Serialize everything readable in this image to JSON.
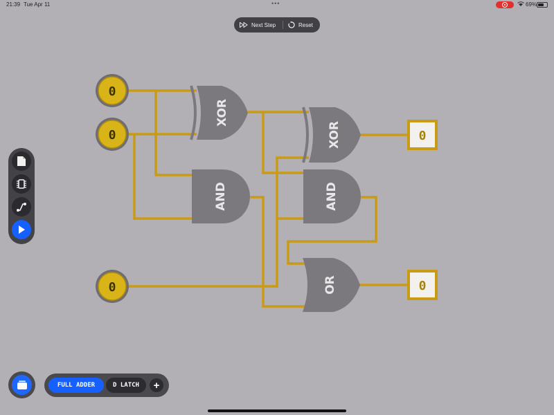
{
  "status": {
    "time": "21:39",
    "date": "Tue Apr 11",
    "battery_percent": "69%",
    "battery_level": 0.69,
    "recording_icon": "screen-record-icon",
    "wifi_icon": "wifi-icon"
  },
  "controls": {
    "next_step": "Next Step",
    "reset": "Reset"
  },
  "circuit": {
    "gates": {
      "xor1": "XOR",
      "xor2": "XOR",
      "and1": "AND",
      "and2": "AND",
      "or1": "OR"
    },
    "inputs": [
      "0",
      "0",
      "0"
    ],
    "outputs": [
      "0",
      "0"
    ],
    "colors": {
      "wire": "#c99a14",
      "gate": "#7b797e",
      "input_fill": "#d8b419"
    }
  },
  "tools": {
    "items": [
      "document-icon",
      "chip-icon",
      "wire-icon",
      "play-icon"
    ],
    "active": "play-icon"
  },
  "tabs": {
    "items": [
      "FULL ADDER",
      "D LATCH"
    ],
    "active": "FULL ADDER",
    "add": "+"
  },
  "library_icon": "component-library-icon"
}
